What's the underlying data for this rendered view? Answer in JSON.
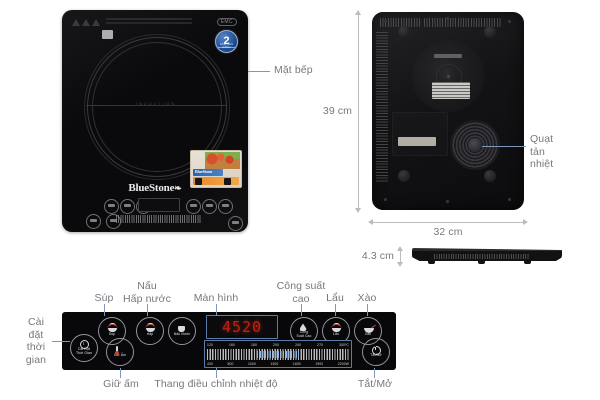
{
  "product": {
    "brand": "BlueStone",
    "surface_text": "INDUCTION",
    "emc_badge": "EMC",
    "warranty_number": "2",
    "warranty_caption": "NĂM BẢO HÀNH"
  },
  "callouts": {
    "cooktop_surface": "Mặt bếp",
    "cooling_fan": "Quạt\ntản\nnhiệt"
  },
  "dimensions": {
    "height": "39 cm",
    "width": "32 cm",
    "depth": "4.3 cm"
  },
  "panel_labels": {
    "timer": "Cài\nđặt\nthời\ngian",
    "soup": "Súp",
    "steam": "Nấu\nHấp nước",
    "display": "Màn hình",
    "high_power": "Công suất\ncao",
    "hotpot": "Lẩu",
    "stirfry": "Xào",
    "keep_warm": "Giữ ấm",
    "temp_slider": "Thang điều chỉnh nhiệt độ",
    "on_off": "Tắt/Mở"
  },
  "panel_buttons": [
    {
      "key": "timer",
      "label": "Cài Đặt\nThời Gian",
      "icon": "clock-icon"
    },
    {
      "key": "soup",
      "label": "Súp",
      "icon": "pot-icon"
    },
    {
      "key": "keep_warm",
      "label": "Giữ Ấm",
      "icon": "thermometer-icon"
    },
    {
      "key": "steam_boil",
      "label": "Hấp",
      "icon": "steam-icon"
    },
    {
      "key": "cook_water",
      "label": "Nấu Nước",
      "icon": "kettle-icon"
    },
    {
      "key": "high_power",
      "label": "Công\nSuất Cao",
      "icon": "flame-icon"
    },
    {
      "key": "hotpot",
      "label": "Lẩu",
      "icon": "hotpot-icon"
    },
    {
      "key": "stirfry",
      "label": "Xào",
      "icon": "wok-icon"
    },
    {
      "key": "on_off",
      "label": "Tắt/Mở",
      "icon": "power-icon"
    }
  ],
  "display": {
    "value": "4520",
    "color": "#c3210f"
  },
  "slider": {
    "temperature_unit": "ºC",
    "power_unit": "W",
    "temperature_ticks": [
      "120",
      "160",
      "180",
      "200",
      "240",
      "270",
      "300ºC"
    ],
    "power_ticks": [
      "400",
      "800",
      "1000",
      "1300",
      "1600",
      "1900",
      "2200W"
    ]
  },
  "colors": {
    "annotation_text": "#75797e",
    "leader_line": "#7d98bb",
    "accent_blue": "#1e4f98",
    "led_red": "#c3210f",
    "body_black": "#0a0a0c"
  }
}
